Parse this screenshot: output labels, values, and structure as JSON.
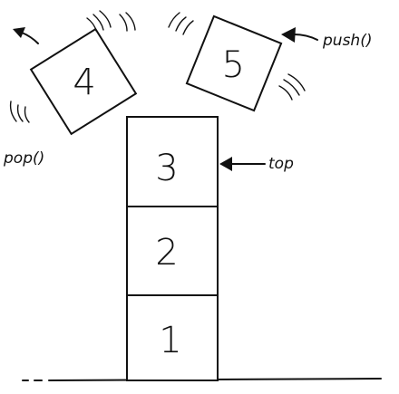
{
  "stack": {
    "blocks": [
      {
        "label": "1"
      },
      {
        "label": "2"
      },
      {
        "label": "3"
      }
    ]
  },
  "popped_block": {
    "label": "4"
  },
  "pushed_block": {
    "label": "5"
  },
  "labels": {
    "pop": "pop()",
    "push": "push()",
    "top": "top"
  }
}
